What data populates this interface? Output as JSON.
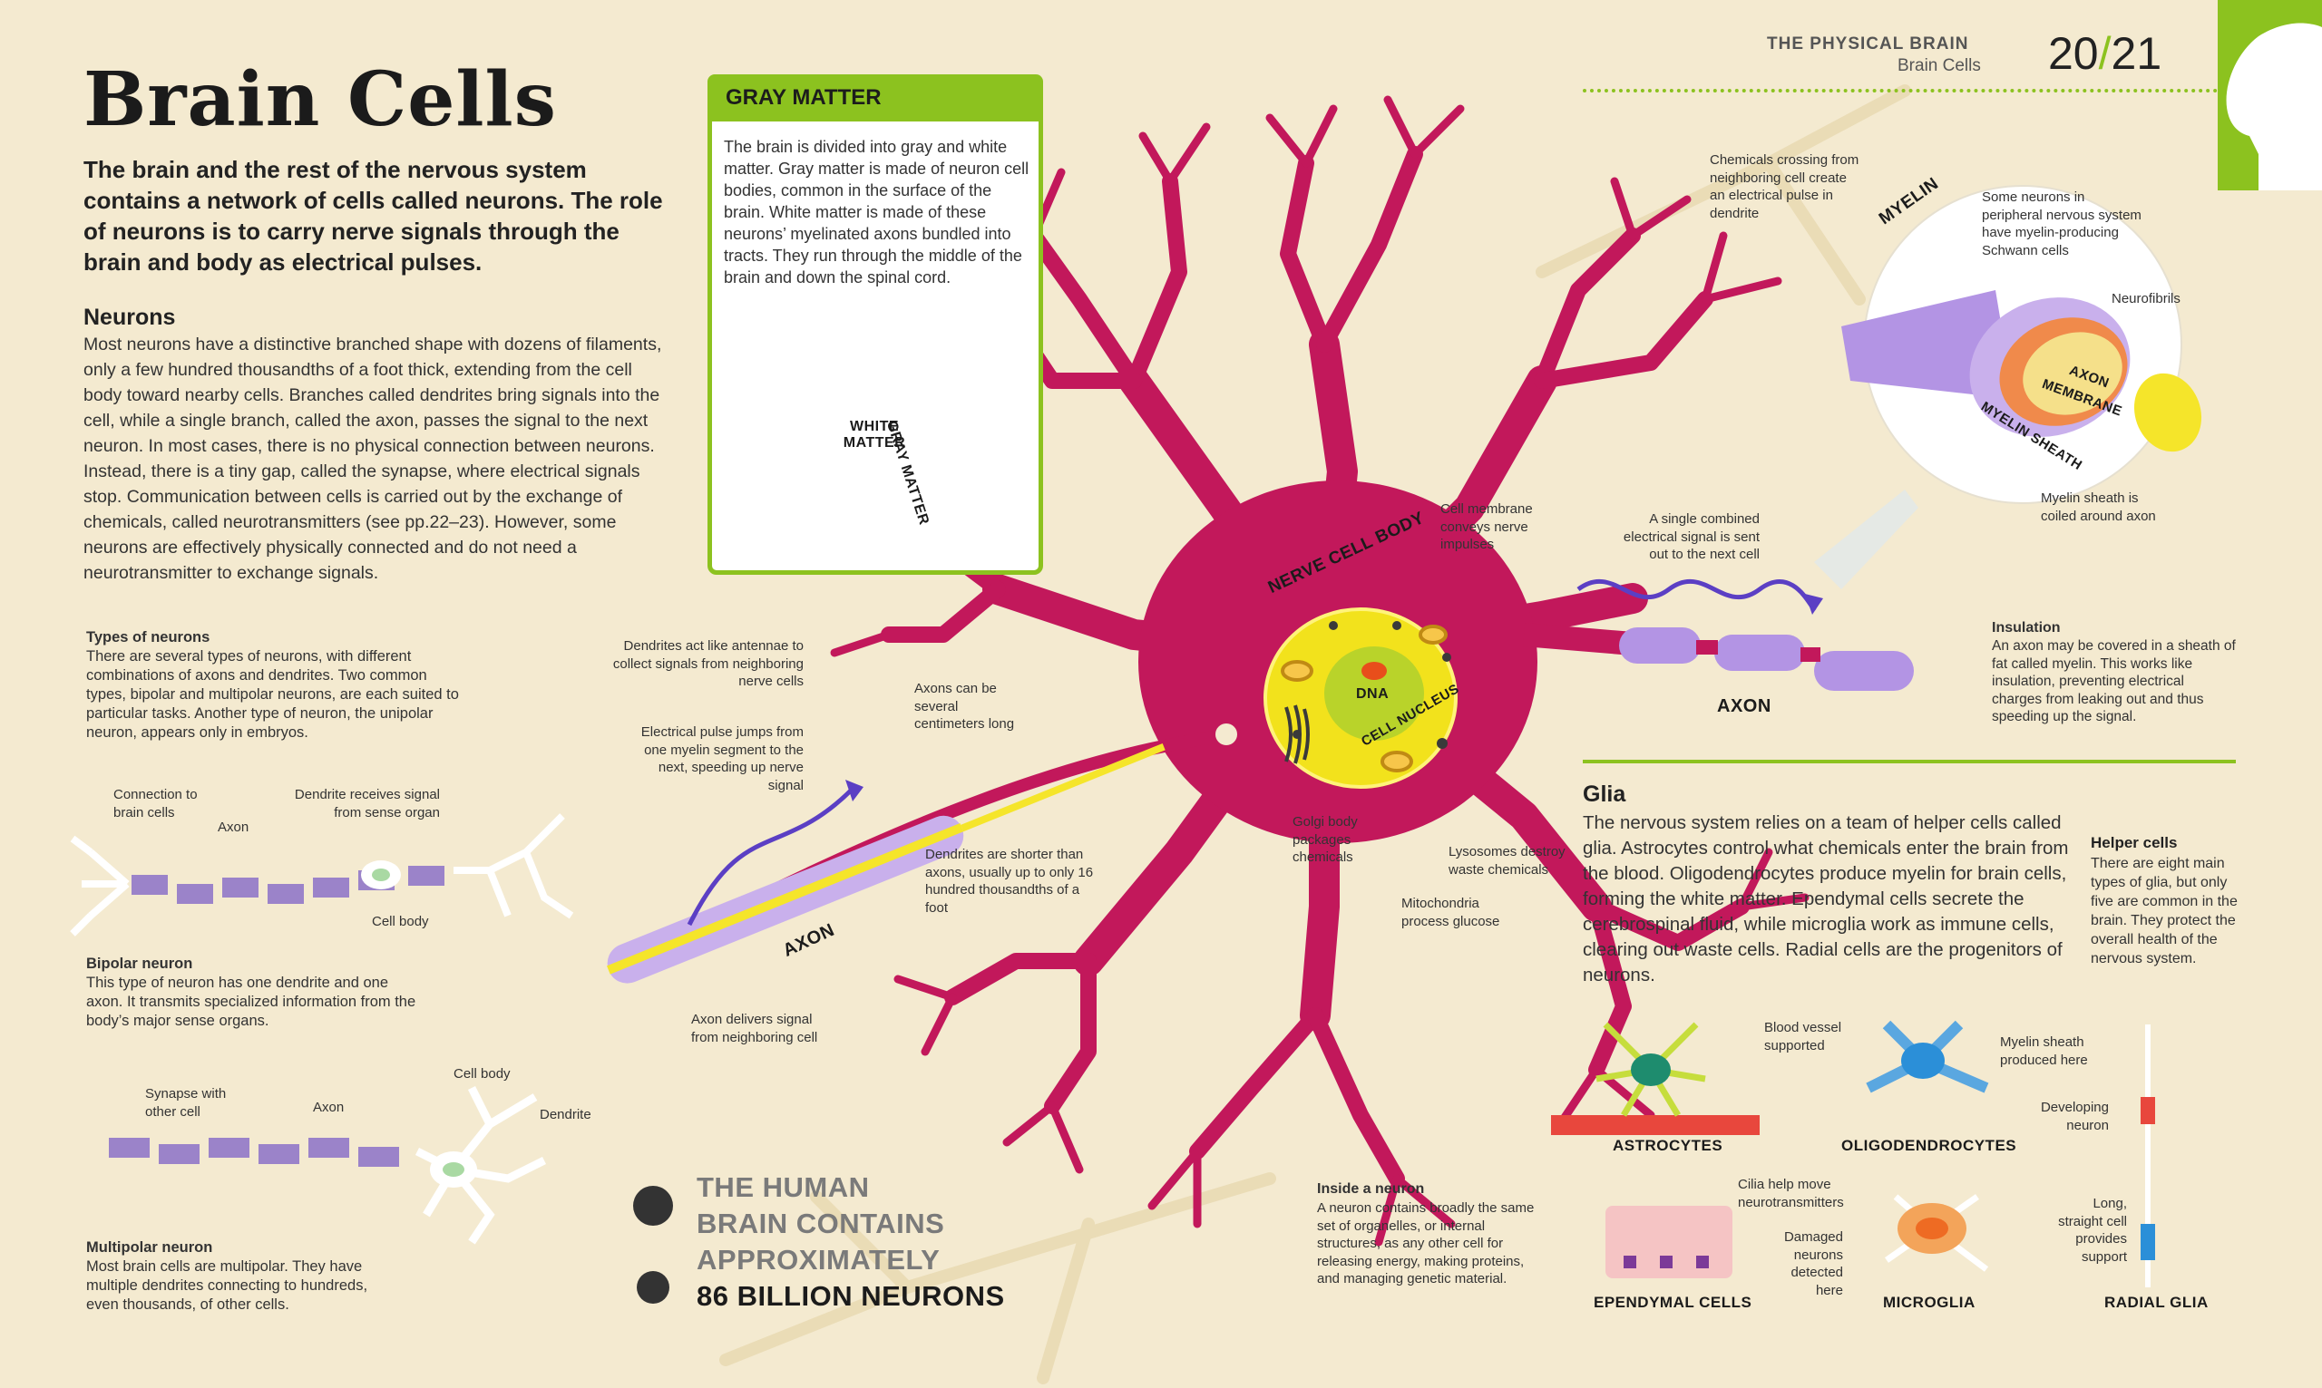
{
  "header": {
    "section": "THE PHYSICAL BRAIN",
    "subsection": "Brain Cells",
    "page_left": "20",
    "page_sep": "/",
    "page_right": "21"
  },
  "title": "Brain Cells",
  "intro": "The brain and the rest of the nervous system contains a network of cells called neurons. The role of neurons is to carry nerve signals through the brain and body as electrical pulses.",
  "neurons": {
    "heading": "Neurons",
    "text": "Most neurons have a distinctive branched shape with dozens of filaments, only a few hundred thousandths of a foot thick, extending from the cell body toward nearby cells. Branches called dendrites bring signals into the cell, while a single branch, called the axon, passes the signal to the next neuron. In most cases, there is no physical connection between neurons. Instead, there is a tiny gap, called the synapse, where electrical signals stop. Communication between cells is carried out by the exchange of chemicals, called neurotransmitters (see pp.22–23). However, some neurons are effectively physically connected and do not need a neurotransmitter to exchange signals."
  },
  "types": {
    "heading": "Types of neurons",
    "text": "There are several types of neurons, with different combinations of axons and dendrites. Two common types, bipolar and multipolar neurons, are each suited to particular tasks. Another type of neuron, the unipolar neuron, appears only in embryos."
  },
  "bipolar": {
    "labels": {
      "connection": "Connection to brain cells",
      "axon": "Axon",
      "dendrite": "Dendrite receives signal from sense organ",
      "cellbody": "Cell body"
    },
    "heading": "Bipolar neuron",
    "text": "This type of neuron has one dendrite and one axon. It transmits specialized information from the body’s major sense organs."
  },
  "multipolar": {
    "labels": {
      "synapse": "Synapse with other cell",
      "axon": "Axon",
      "cellbody": "Cell body",
      "dendrite": "Dendrite"
    },
    "heading": "Multipolar neuron",
    "text": "Most brain cells are multipolar. They have multiple dendrites connecting to hundreds, even thousands, of other cells."
  },
  "gray_matter": {
    "heading": "GRAY MATTER",
    "text": "The brain is divided into gray and white matter. Gray matter is made of neuron cell bodies, common in the surface of the brain. White matter is made of these neurons’ myelinated axons bundled into tracts. They run through the middle of the brain and down the spinal cord.",
    "label_white": "WHITE MATTER",
    "label_gray": "GRAY MATTER"
  },
  "neuron_diagram": {
    "cell_body": "NERVE CELL BODY",
    "dna": "DNA",
    "nucleus": "CELL NUCLEUS",
    "axon": "AXON",
    "axon_right": "AXON",
    "callouts": {
      "dendrites_antennae": "Dendrites act like antennae to collect signals from neighboring nerve cells",
      "axons_long": "Axons can be several centimeters long",
      "pulse_jumps": "Electrical pulse jumps from one myelin segment to the next, speeding up nerve signal",
      "dendrites_shorter": "Dendrites are shorter than axons, usually up to only 16 hundred thousandths of a foot",
      "axon_delivers": "Axon delivers signal from neighboring cell",
      "golgi": "Golgi body packages chemicals",
      "mitochondria": "Mitochondria process glucose",
      "lysosomes": "Lysosomes destroy waste chemicals",
      "membrane": "Cell membrane conveys nerve impulses",
      "combined_signal": "A single combined electrical signal is sent out to the next cell",
      "chemicals_crossing": "Chemicals crossing from neighboring cell create an electrical pulse in dendrite"
    }
  },
  "inside_neuron": {
    "heading": "Inside a neuron",
    "text": "A neuron contains broadly the same set of organelles, or internal structures, as any other cell for releasing energy, making proteins, and managing genetic material."
  },
  "stat": {
    "line1": "THE HUMAN",
    "line2": "BRAIN CONTAINS",
    "line3": "APPROXIMATELY",
    "line4": "86 BILLION NEURONS"
  },
  "myelin": {
    "title": "MYELIN",
    "schwann": "Some neurons in peripheral nervous system have myelin-producing Schwann cells",
    "neurofibrils": "Neurofibrils",
    "axon_membrane_1": "AXON",
    "axon_membrane_2": "MEMBRANE",
    "sheath": "MYELIN SHEATH",
    "coiled": "Myelin sheath is coiled around axon"
  },
  "insulation": {
    "heading": "Insulation",
    "text": "An axon may be covered in a sheath of fat called myelin. This works like insulation, preventing electrical charges from leaking out and thus speeding up the signal."
  },
  "glia": {
    "heading": "Glia",
    "text": "The nervous system relies on a team of helper cells called glia. Astrocytes control what chemicals enter the brain from the blood. Oligodendrocytes produce myelin for brain cells, forming the white matter. Ependymal cells secrete the cerebrospinal fluid, while microglia work as immune cells, clearing out waste cells. Radial cells are the progenitors of neurons.",
    "helper_heading": "Helper cells",
    "helper_text": "There are eight main types of glia, but only five are common in the brain. They protect the overall health of the nervous system.",
    "cells": {
      "astrocytes": "ASTROCYTES",
      "oligodendrocytes": "OLIGODENDROCYTES",
      "ependymal": "EPENDYMAL CELLS",
      "microglia": "MICROGLIA",
      "radial": "RADIAL GLIA"
    },
    "labels": {
      "blood_vessel": "Blood vessel supported",
      "myelin_sheath": "Myelin sheath produced here",
      "developing": "Developing neuron",
      "cilia": "Cilia help move neurotransmitters",
      "damaged": "Damaged neurons detected here",
      "long_cell": "Long, straight cell provides support"
    }
  },
  "colors": {
    "accent_green": "#8cc21f",
    "neuron_magenta": "#c2185b",
    "nucleus_yellow": "#f2e21c",
    "myelin_purple": "#a583d8",
    "background": "#f4ead0"
  }
}
